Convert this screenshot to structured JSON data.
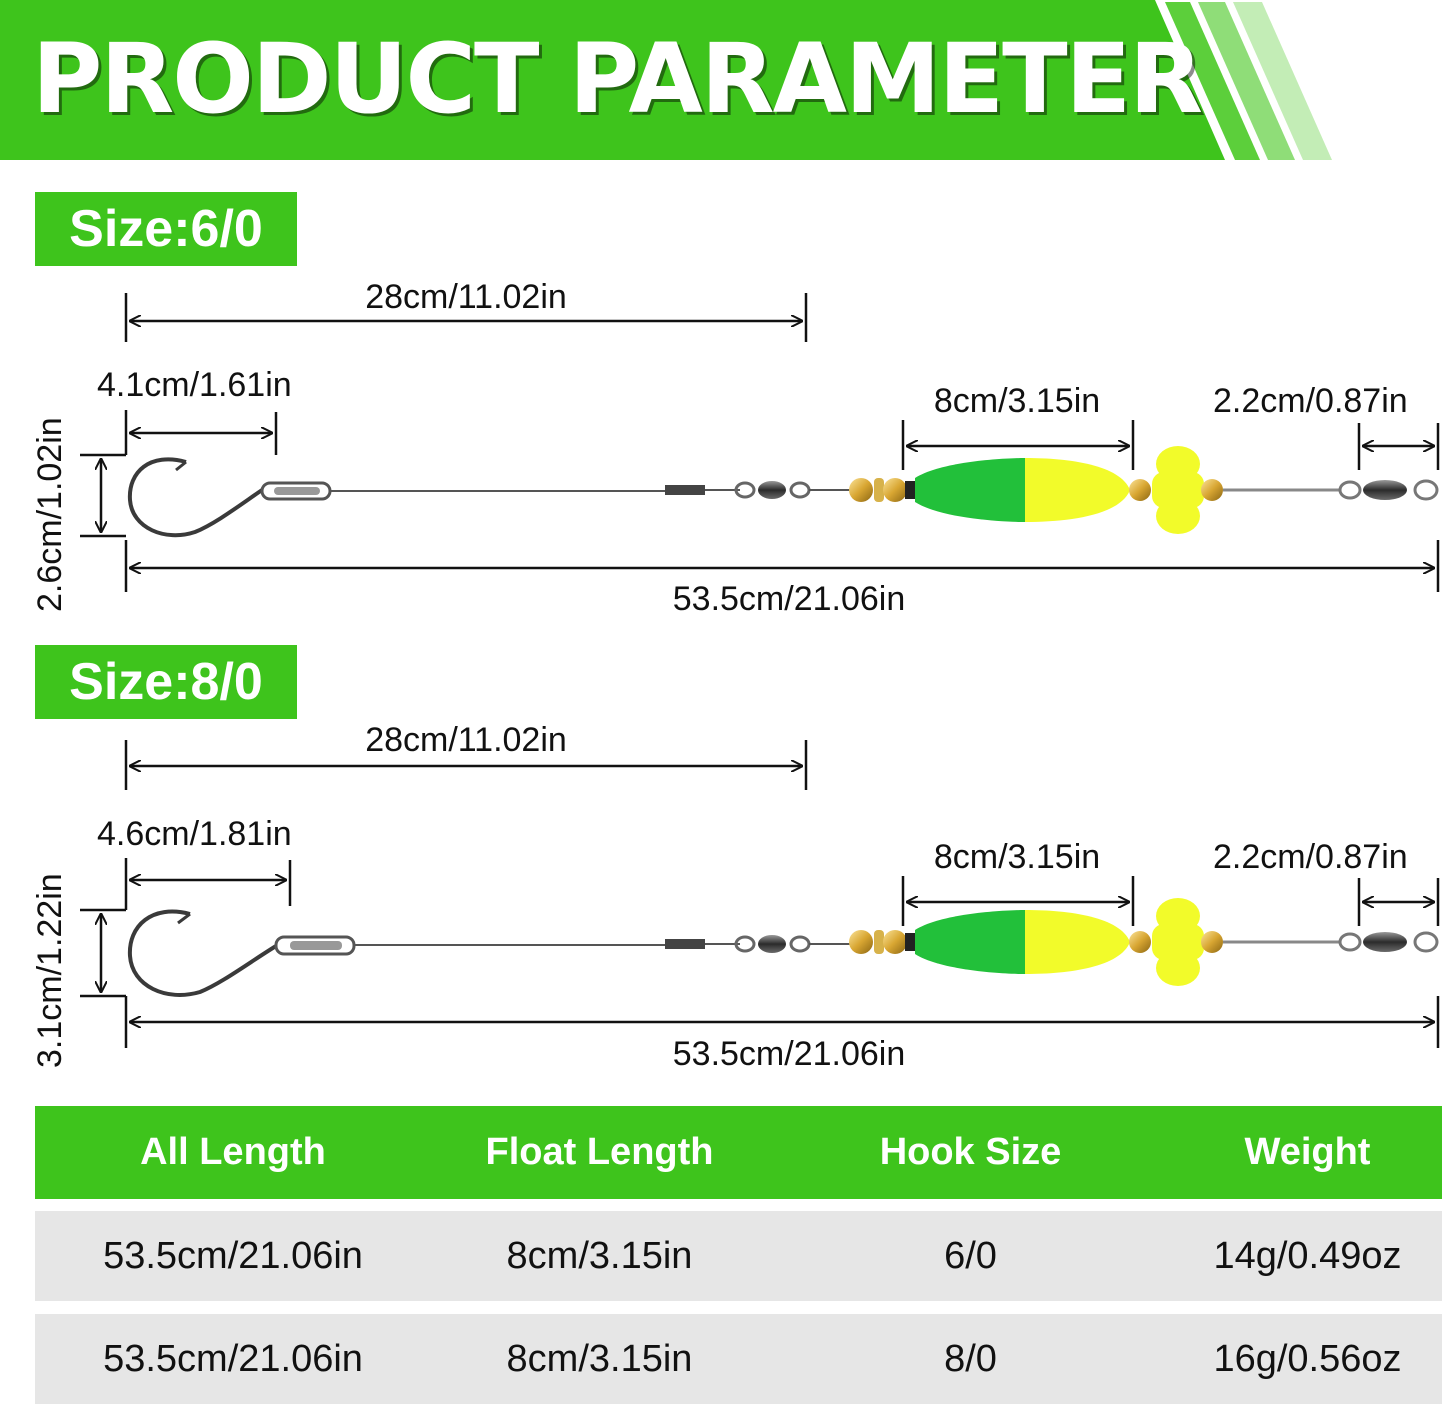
{
  "title": "PRODUCT PARAMETER",
  "colors": {
    "green": "#3ec41c",
    "float_green": "#22c03a",
    "float_yellow": "#f2fb2a",
    "bead_gold": "#d8a632"
  },
  "sections": [
    {
      "size_label": "Size:6/0",
      "dims": {
        "leader": "28cm/11.02in",
        "hook_width": "4.1cm/1.61in",
        "hook_height": "2.6cm/1.02in",
        "float": "8cm/3.15in",
        "swivel": "2.2cm/0.87in",
        "total": "53.5cm/21.06in"
      }
    },
    {
      "size_label": "Size:8/0",
      "dims": {
        "leader": "28cm/11.02in",
        "hook_width": "4.6cm/1.81in",
        "hook_height": "3.1cm/1.22in",
        "float": "8cm/3.15in",
        "swivel": "2.2cm/0.87in",
        "total": "53.5cm/21.06in"
      }
    }
  ],
  "table": {
    "headers": [
      "All Length",
      "Float Length",
      "Hook Size",
      "Weight"
    ],
    "rows": [
      [
        "53.5cm/21.06in",
        "8cm/3.15in",
        "6/0",
        "14g/0.49oz"
      ],
      [
        "53.5cm/21.06in",
        "8cm/3.15in",
        "8/0",
        "16g/0.56oz"
      ]
    ]
  }
}
